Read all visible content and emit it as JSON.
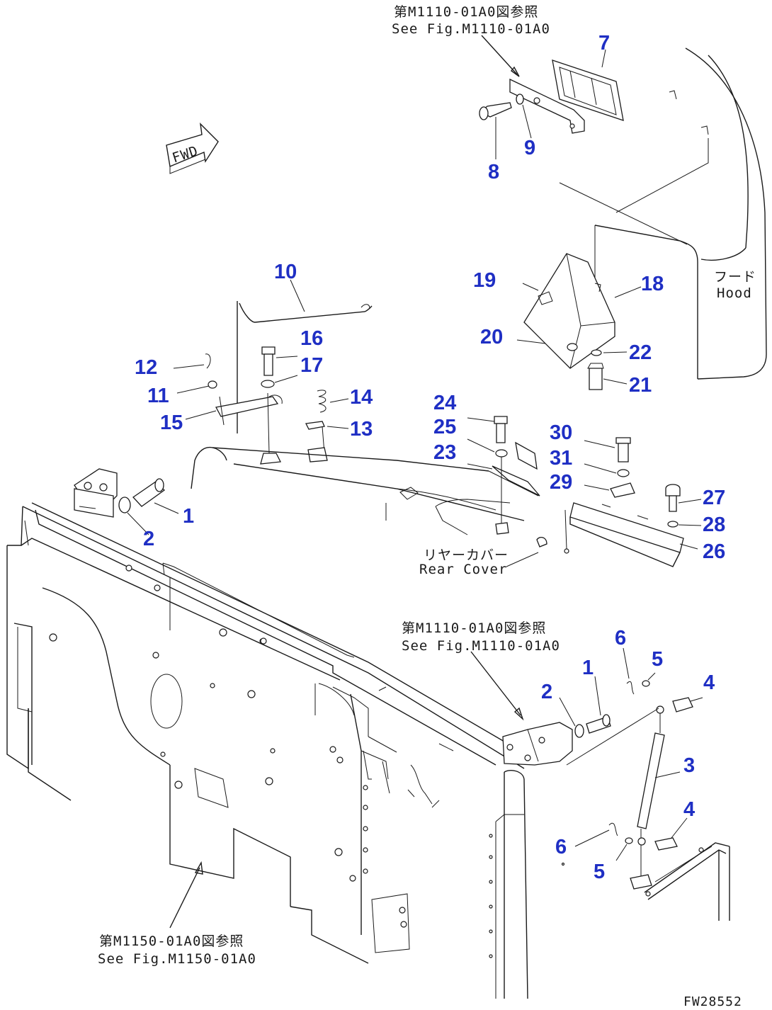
{
  "references": {
    "top_jp": "第M1110-01A0図参照",
    "top_en": "See Fig.M1110-01A0",
    "middle_jp": "第M1110-01A0図参照",
    "middle_en": "See Fig.M1110-01A0",
    "bottom_jp": "第M1150-01A0図参照",
    "bottom_en": "See Fig.M1150-01A0"
  },
  "labels": {
    "hood_jp": "フード",
    "hood_en": "Hood",
    "rear_cover_jp": "リヤーカバー",
    "rear_cover_en": "Rear Cover",
    "fwd": "FWD",
    "drawing_code": "FW28552"
  },
  "callouts": [
    {
      "id": "c7",
      "text": "7"
    },
    {
      "id": "c9",
      "text": "9"
    },
    {
      "id": "c8",
      "text": "8"
    },
    {
      "id": "c10",
      "text": "10"
    },
    {
      "id": "c19",
      "text": "19"
    },
    {
      "id": "c18",
      "text": "18"
    },
    {
      "id": "c20",
      "text": "20"
    },
    {
      "id": "c22",
      "text": "22"
    },
    {
      "id": "c21",
      "text": "21"
    },
    {
      "id": "c16",
      "text": "16"
    },
    {
      "id": "c17",
      "text": "17"
    },
    {
      "id": "c12",
      "text": "12"
    },
    {
      "id": "c11",
      "text": "11"
    },
    {
      "id": "c14",
      "text": "14"
    },
    {
      "id": "c13",
      "text": "13"
    },
    {
      "id": "c15",
      "text": "15"
    },
    {
      "id": "c24",
      "text": "24"
    },
    {
      "id": "c25",
      "text": "25"
    },
    {
      "id": "c23",
      "text": "23"
    },
    {
      "id": "c30",
      "text": "30"
    },
    {
      "id": "c31",
      "text": "31"
    },
    {
      "id": "c29",
      "text": "29"
    },
    {
      "id": "c27",
      "text": "27"
    },
    {
      "id": "c28",
      "text": "28"
    },
    {
      "id": "c26",
      "text": "26"
    },
    {
      "id": "c1a",
      "text": "1"
    },
    {
      "id": "c2a",
      "text": "2"
    },
    {
      "id": "c6a",
      "text": "6"
    },
    {
      "id": "c5a",
      "text": "5"
    },
    {
      "id": "c1b",
      "text": "1"
    },
    {
      "id": "c2b",
      "text": "2"
    },
    {
      "id": "c4a",
      "text": "4"
    },
    {
      "id": "c3",
      "text": "3"
    },
    {
      "id": "c4b",
      "text": "4"
    },
    {
      "id": "c6b",
      "text": "6"
    },
    {
      "id": "c5b",
      "text": "5"
    }
  ]
}
